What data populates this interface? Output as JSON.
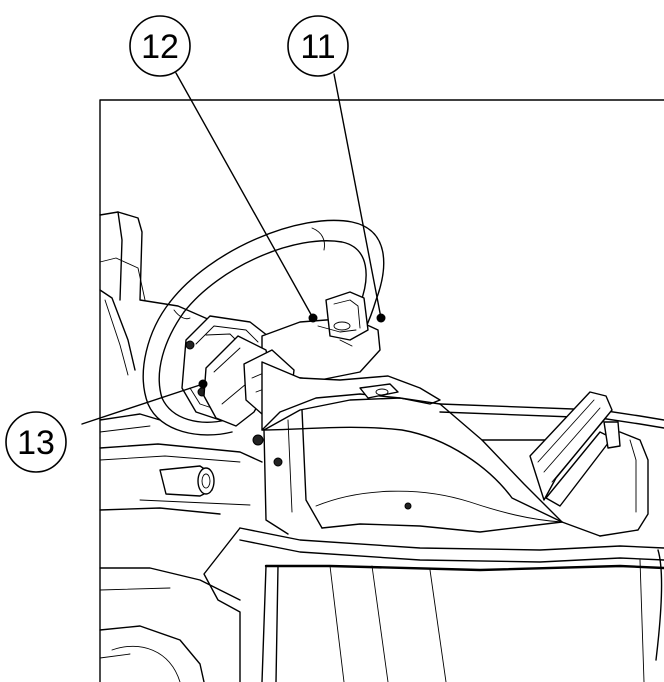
{
  "callouts": [
    {
      "id": "callout-12",
      "label": "12"
    },
    {
      "id": "callout-11",
      "label": "11"
    },
    {
      "id": "callout-13",
      "label": "13"
    }
  ]
}
